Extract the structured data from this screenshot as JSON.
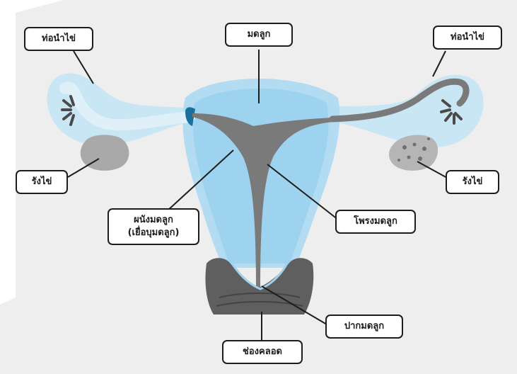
{
  "labels": {
    "fallopian_tube_left": "ท่อนำไข่",
    "uterus": "มดลูก",
    "fallopian_tube_right": "ท่อนำไข่",
    "ovary_left": "รังไข่",
    "ovary_right": "รังไข่",
    "uterine_wall_line1": "ผนังมดลูก",
    "uterine_wall_line2": "(เยื่อบุมดลูก)",
    "uterine_cavity": "โพรงมดลูก",
    "cervix": "ปากมดลูก",
    "vagina": "ช่องคลอด"
  },
  "colors": {
    "background": "#eeeeee",
    "tissue_light": "#c9e6f5",
    "tissue_mid": "#aad8f1",
    "uterus_body": "#9ed3ef",
    "cavity": "#7a7a7a",
    "ovary": "#a9a9a9",
    "vagina_dark": "#555555",
    "outline": "#1d1d1b",
    "accent": "#1b6f9c"
  }
}
